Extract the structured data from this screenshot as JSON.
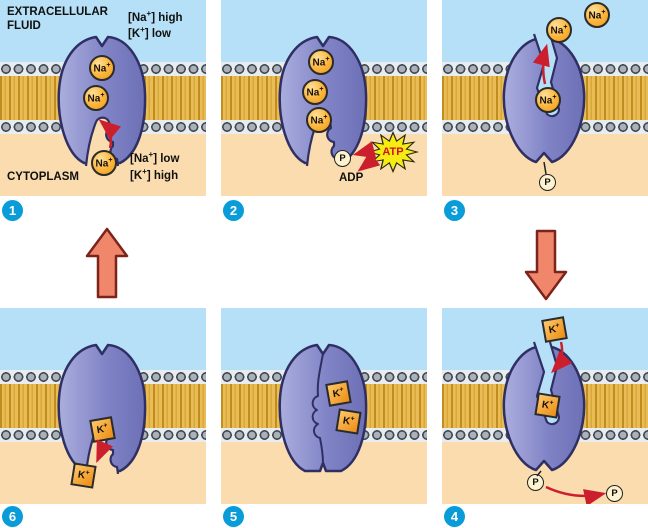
{
  "labels": {
    "extracellular_line1": "EXTRACELLULAR",
    "extracellular_line2": "FLUID",
    "cytoplasm": "CYTOPLASM",
    "atp": "ATP",
    "adp": "ADP",
    "phosphate": "P"
  },
  "concentrations": {
    "na_high": {
      "pre": "[Na",
      "sup": "+",
      "post": "] high"
    },
    "k_low": {
      "pre": "[K",
      "sup": "+",
      "post": "] low"
    },
    "na_low": {
      "pre": "[Na",
      "sup": "+",
      "post": "] low"
    },
    "k_high": {
      "pre": "[K",
      "sup": "+",
      "post": "] high"
    }
  },
  "ions": {
    "na": {
      "base": "Na",
      "sup": "+"
    },
    "k": {
      "base": "K",
      "sup": "+"
    }
  },
  "steps": [
    "1",
    "2",
    "3",
    "4",
    "5",
    "6"
  ],
  "colors": {
    "extracellular_fluid": "#b5e0f7",
    "cytoplasm": "#fbdcae",
    "membrane_tails": "#e9bc55",
    "lipid_heads": "#a9b1ba",
    "protein": "#8083c6",
    "protein_outline": "#2f2f63",
    "sodium_ion": "#fbb43a",
    "potassium_ion": "#ec8c12",
    "step_badge": "#0a9cd8",
    "cycle_arrow": "#f0876a",
    "action_arrow": "#cc1f2d",
    "atp_burst": "#f6ec13"
  }
}
